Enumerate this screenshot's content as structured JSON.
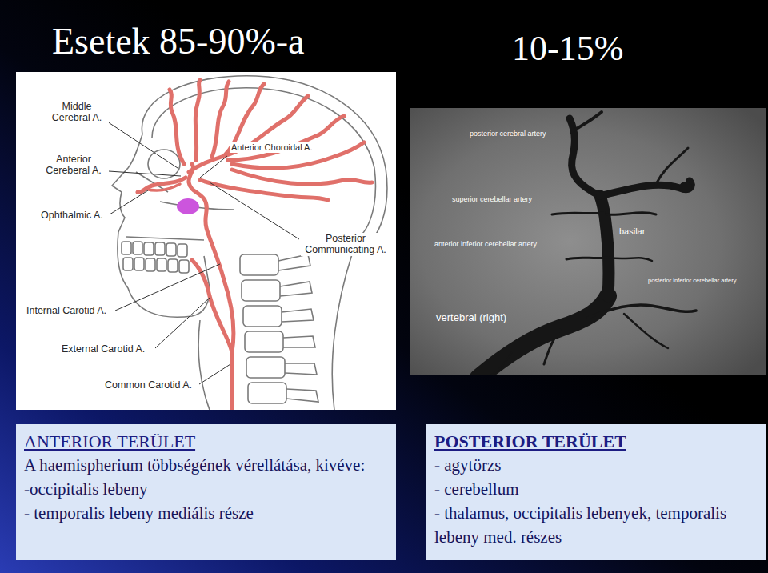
{
  "diagram": {
    "nodes": [
      {
        "text": [
          "ANTERIOR TERÜLET",
          "A haemispherium többségének vérellátása, kivéve:",
          "-occipitalis lebeny",
          "- temporalis lebeny mediális része"
        ]
      },
      {
        "text": [
          "POSTERIOR TERÜLET",
          "- agytörzs",
          "- cerebellum",
          "- thalamus, occipitalis lebenyek, temporalis lebeny med. részes"
        ]
      }
    ],
    "labels": [
      "Esetek 85-90%-a",
      "10-15%",
      "Middle Cerebral A.",
      "Anterior Cereberal A.",
      "Ophthalmic A.",
      "Internal Carotid A.",
      "External Carotid A.",
      "Common Carotid A.",
      "Anterior Choroidal A.",
      "Posterior Communicating A.",
      "posterior cerebral artery",
      "superior cerebellar artery",
      "basilar",
      "anterior inferior cerebellar artery",
      "posterior inferior cerebellar artery",
      "vertebral (right)"
    ]
  }
}
